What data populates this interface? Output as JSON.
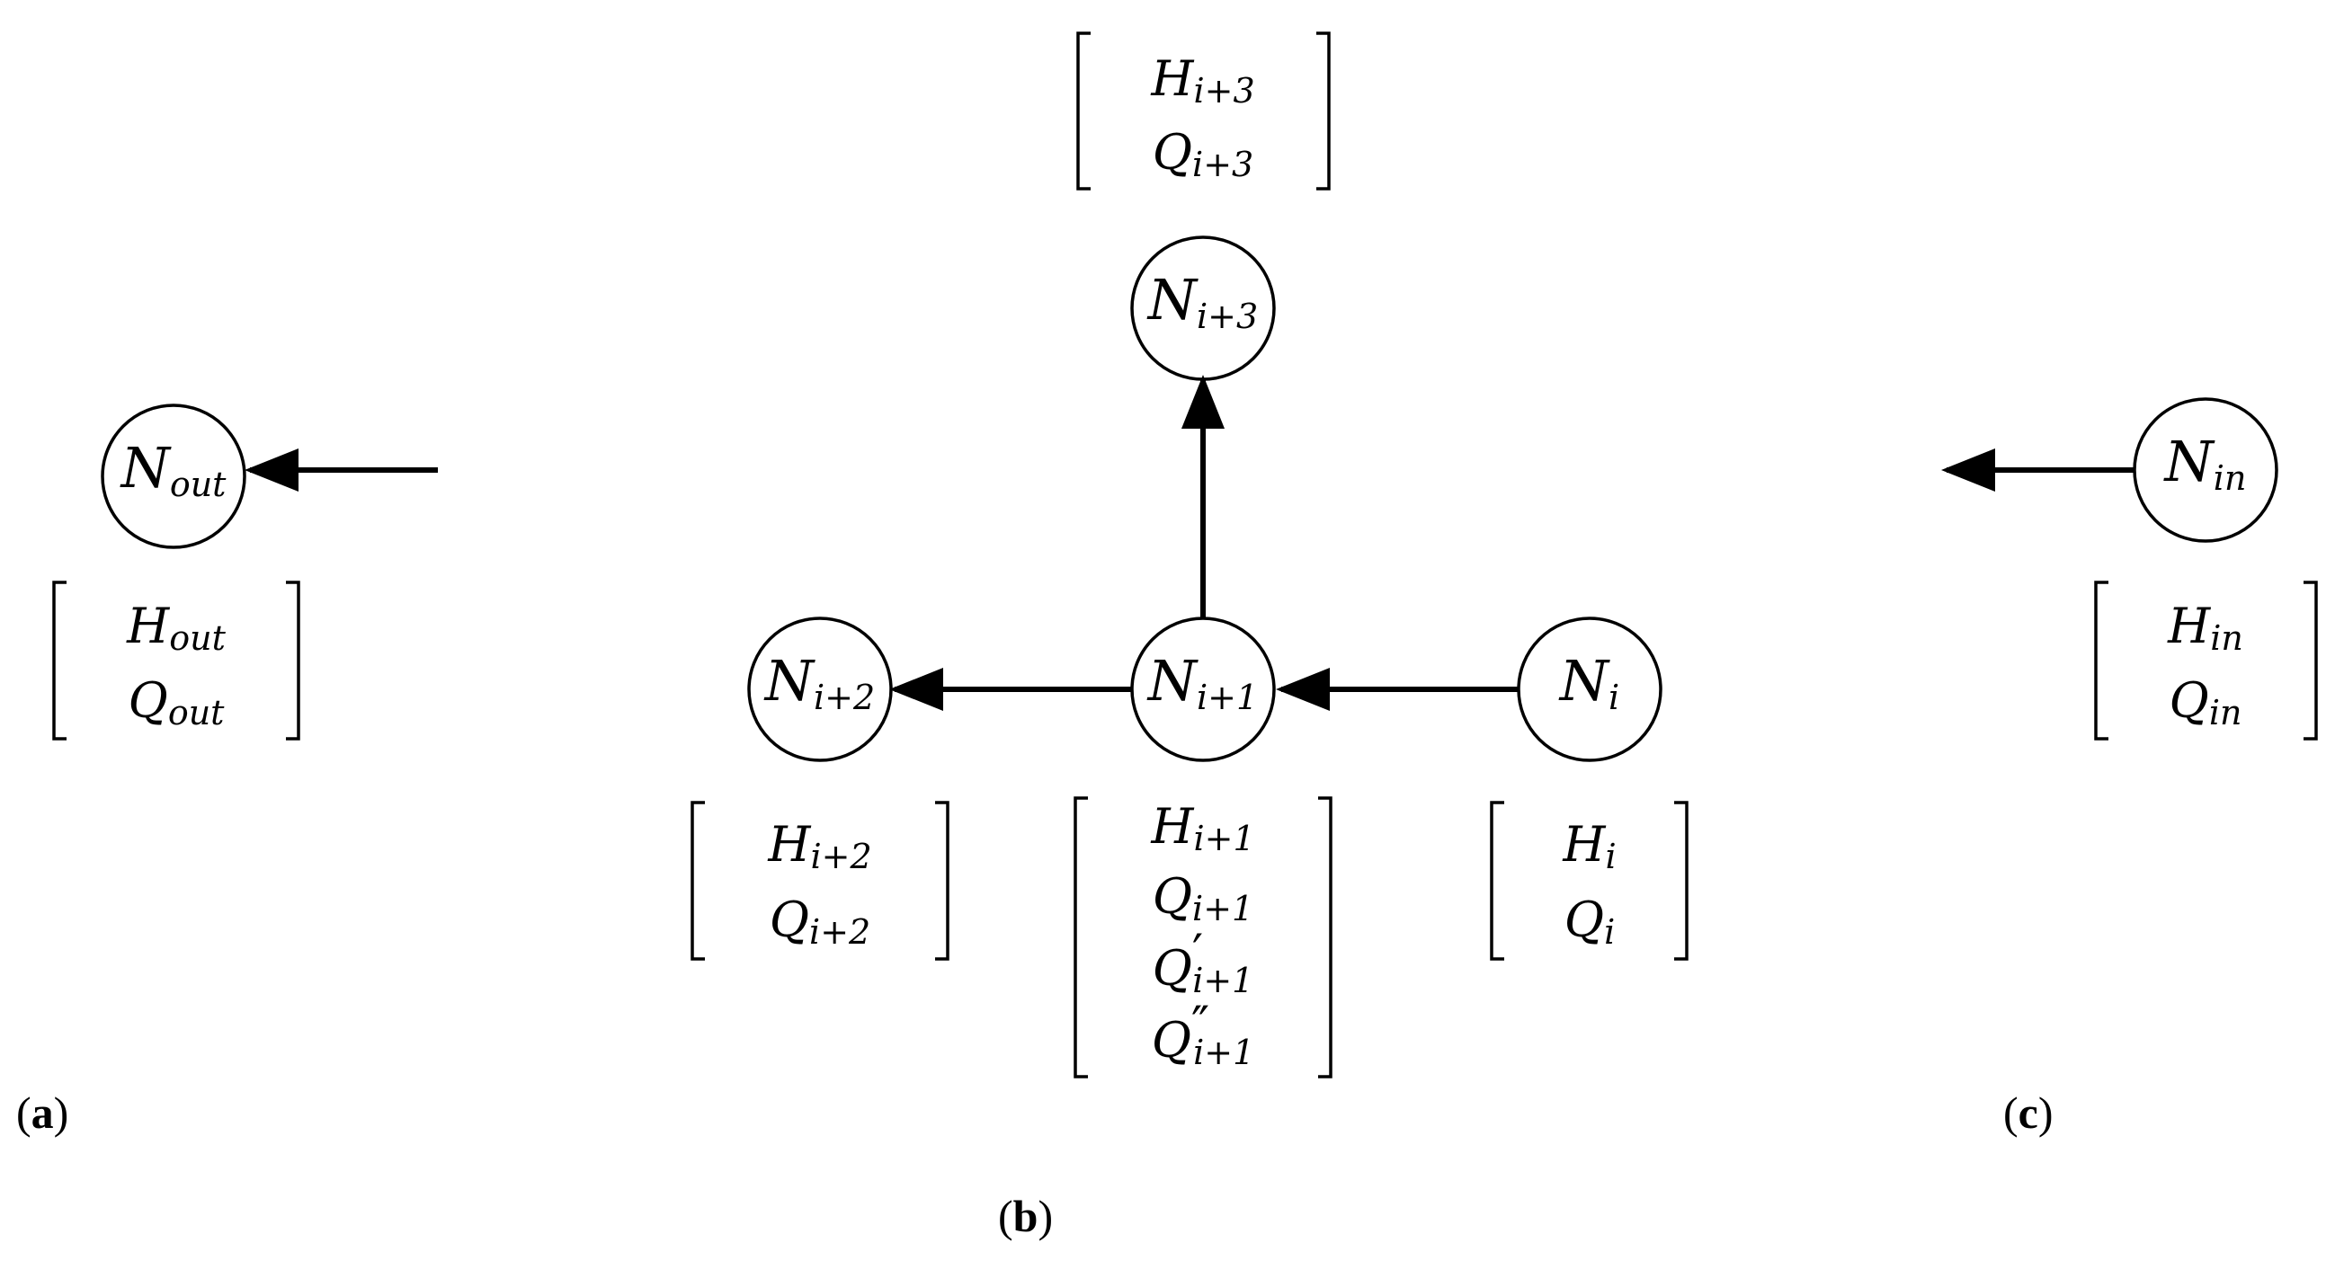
{
  "nodes": [
    {
      "id": "n-out",
      "base": "N",
      "sub": "out"
    },
    {
      "id": "n-i2",
      "base": "N",
      "sub": "i+2"
    },
    {
      "id": "n-i1",
      "base": "N",
      "sub": "i+1"
    },
    {
      "id": "n-i",
      "base": "N",
      "sub": "i"
    },
    {
      "id": "n-i3",
      "base": "N",
      "sub": "i+3"
    },
    {
      "id": "n-in",
      "base": "N",
      "sub": "in"
    }
  ],
  "vectors": {
    "out": [
      {
        "base": "H",
        "sub": "out",
        "prime": ""
      },
      {
        "base": "Q",
        "sub": "out",
        "prime": ""
      }
    ],
    "i3": [
      {
        "base": "H",
        "sub": "i+3",
        "prime": ""
      },
      {
        "base": "Q",
        "sub": "i+3",
        "prime": ""
      }
    ],
    "i2": [
      {
        "base": "H",
        "sub": "i+2",
        "prime": ""
      },
      {
        "base": "Q",
        "sub": "i+2",
        "prime": ""
      }
    ],
    "i1": [
      {
        "base": "H",
        "sub": "i+1",
        "prime": ""
      },
      {
        "base": "Q",
        "sub": "i+1",
        "prime": ""
      },
      {
        "base": "Q",
        "sub": "i+1",
        "prime": "′"
      },
      {
        "base": "Q",
        "sub": "i+1",
        "prime": "″"
      }
    ],
    "i": [
      {
        "base": "H",
        "sub": "i",
        "prime": ""
      },
      {
        "base": "Q",
        "sub": "i",
        "prime": ""
      }
    ],
    "in": [
      {
        "base": "H",
        "sub": "in",
        "prime": ""
      },
      {
        "base": "Q",
        "sub": "in",
        "prime": ""
      }
    ]
  },
  "panels": {
    "a": {
      "open": "(",
      "letter": "a",
      "close": ")"
    },
    "b": {
      "open": "(",
      "letter": "b",
      "close": ")"
    },
    "c": {
      "open": "(",
      "letter": "c",
      "close": ")"
    }
  },
  "colors": {
    "stroke": "#000000",
    "background": "#ffffff"
  }
}
